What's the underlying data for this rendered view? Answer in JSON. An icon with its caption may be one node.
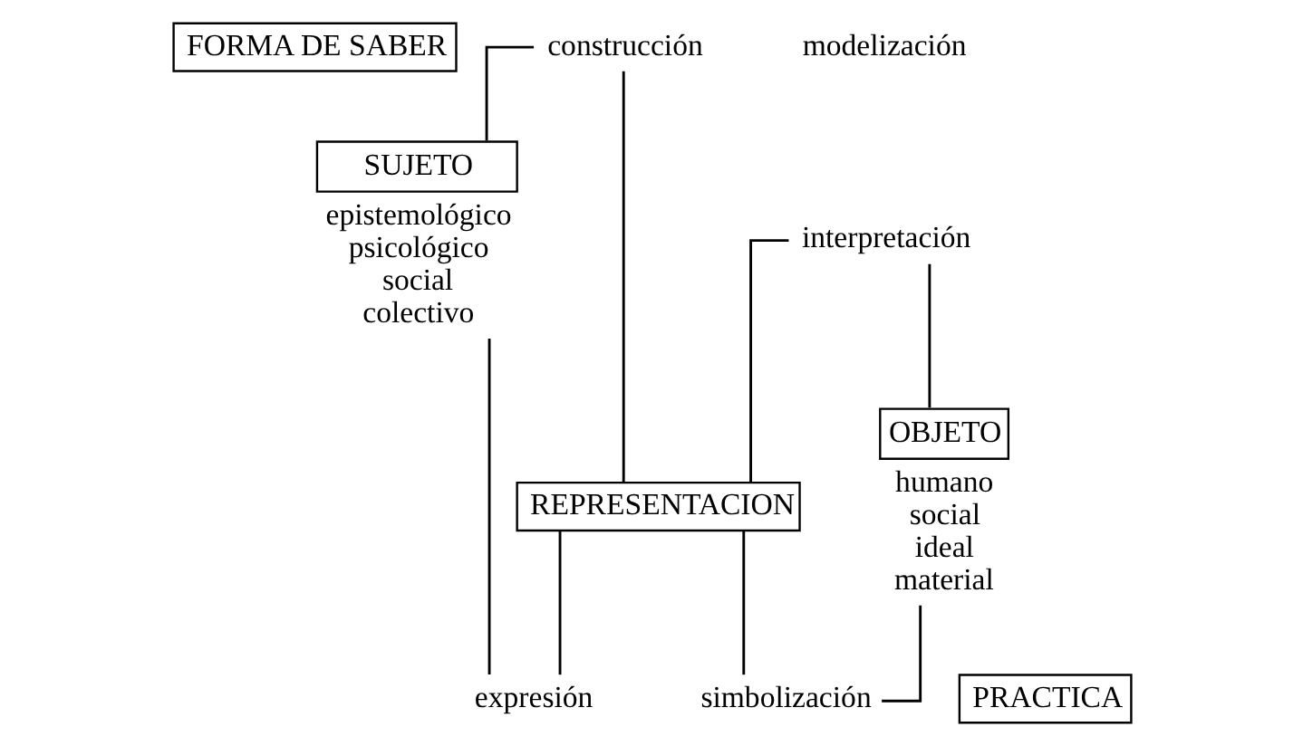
{
  "diagram": {
    "nodes": [
      {
        "text": [
          "FORMA DE SABER"
        ]
      },
      {
        "text": [
          "construcción"
        ]
      },
      {
        "text": [
          "interpretación"
        ]
      },
      {
        "text": [
          "SUJETO"
        ],
        "beside": [
          "epistemológico",
          "psicológico",
          "social",
          "colectivo"
        ]
      },
      {
        "text": [
          "REPRESENTACION"
        ]
      },
      {
        "text": [
          "OBJETO"
        ],
        "beside": [
          "humano",
          "social",
          "ideal",
          "material"
        ]
      },
      {
        "text": [
          "expresión"
        ]
      },
      {
        "text": [
          "simbolización"
        ]
      },
      {
        "text": [
          "PRACTICA"
        ]
      }
    ],
    "edges": [
      {
        "from": 1,
        "to": 3,
        "arrow": "none"
      },
      {
        "from": 1,
        "to": 4,
        "arrow": "none"
      },
      {
        "from": 2,
        "to": 4,
        "arrow": "none"
      },
      {
        "from": 2,
        "to": 5,
        "arrow": "none"
      },
      {
        "from": 3,
        "to": 6,
        "arrow": "none"
      },
      {
        "from": 4,
        "to": 6,
        "arrow": "none"
      },
      {
        "from": 4,
        "to": 7,
        "arrow": "none"
      },
      {
        "from": 5,
        "to": 7,
        "arrow": "none"
      }
    ],
    "labels": [
      "modelización"
    ]
  }
}
